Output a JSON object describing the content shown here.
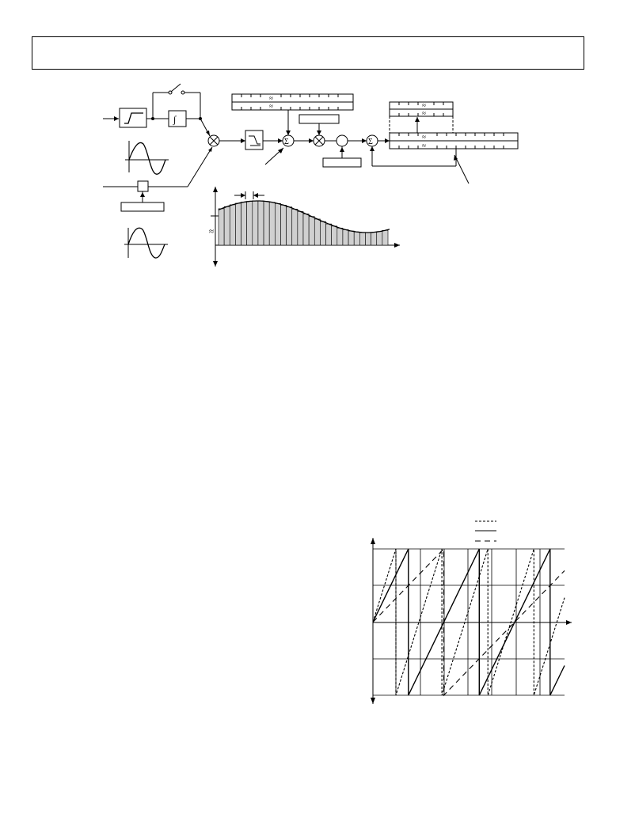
{
  "page": {
    "header_text": ""
  },
  "diagram": {
    "approx_symbol": "≈",
    "sum_symbol": "Σ",
    "multiply_symbol": "⊗",
    "gap_mark": "≈"
  },
  "chart_data": {
    "type": "line",
    "title": "",
    "xlabel": "",
    "ylabel": "",
    "legend": {
      "placement": "top-center",
      "entries": [
        {
          "style": "short-dash",
          "label": ""
        },
        {
          "style": "solid",
          "label": ""
        },
        {
          "style": "long-dash",
          "label": ""
        }
      ]
    },
    "grid": true,
    "series": [
      {
        "style": "short-dash",
        "shape": "sawtooth",
        "period_fraction": 0.24
      },
      {
        "style": "solid",
        "shape": "sawtooth",
        "period_fraction": 0.37
      },
      {
        "style": "long-dash",
        "shape": "sawtooth",
        "period_fraction": 0.74
      }
    ]
  },
  "staircase": {
    "bar_count": 30
  }
}
